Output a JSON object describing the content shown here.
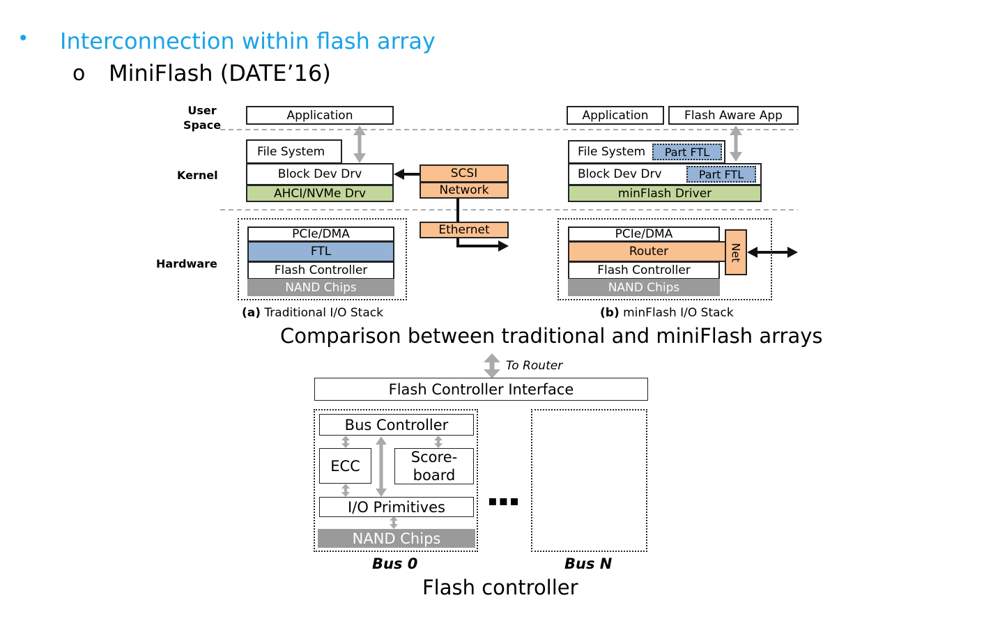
{
  "slide": {
    "bullet": "Interconnection within flash array",
    "sub_bullet": "MiniFlash (DATE’16)"
  },
  "figure_a": {
    "layers": {
      "user_space": "User\nSpace",
      "kernel": "Kernel",
      "hardware": "Hardware"
    },
    "application": "Application",
    "file_system": "File System",
    "block_dev_drv": "Block Dev Drv",
    "ahci_drv": "AHCI/NVMe Drv",
    "scsi": "SCSI",
    "network": "Network",
    "ethernet": "Ethernet",
    "pcie": "PCIe/DMA",
    "ftl": "FTL",
    "flash_controller": "Flash Controller",
    "nand": "NAND Chips",
    "caption_tag": "(a)",
    "caption": "Traditional I/O Stack"
  },
  "figure_b": {
    "application": "Application",
    "flash_aware_app": "Flash Aware App",
    "file_system": "File System",
    "part_ftl_1": "Part FTL",
    "block_dev_drv": "Block Dev Drv",
    "part_ftl_2": "Part FTL",
    "minflash_driver": "minFlash Driver",
    "pcie": "PCIe/DMA",
    "router": "Router",
    "net": "Net",
    "flash_controller": "Flash Controller",
    "nand": "NAND Chips",
    "caption_tag": "(b)",
    "caption": "minFlash I/O Stack"
  },
  "comparison_caption": "Comparison between traditional and miniFlash arrays",
  "controller": {
    "to_router": "To Router",
    "interface": "Flash Controller Interface",
    "bus_controller": "Bus Controller",
    "ecc": "ECC",
    "scoreboard": "Score-\nboard",
    "io_primitives": "I/O Primitives",
    "nand": "NAND Chips",
    "ellipsis": "▪▪▪",
    "bus0": "Bus 0",
    "busN": "Bus N",
    "caption": "Flash controller"
  },
  "colors": {
    "accent": "#1aa3e6",
    "ftl_blue": "#95b3d7",
    "driver_green": "#c3d69b",
    "net_orange": "#fac090",
    "nand_gray": "#9a9a9a"
  }
}
